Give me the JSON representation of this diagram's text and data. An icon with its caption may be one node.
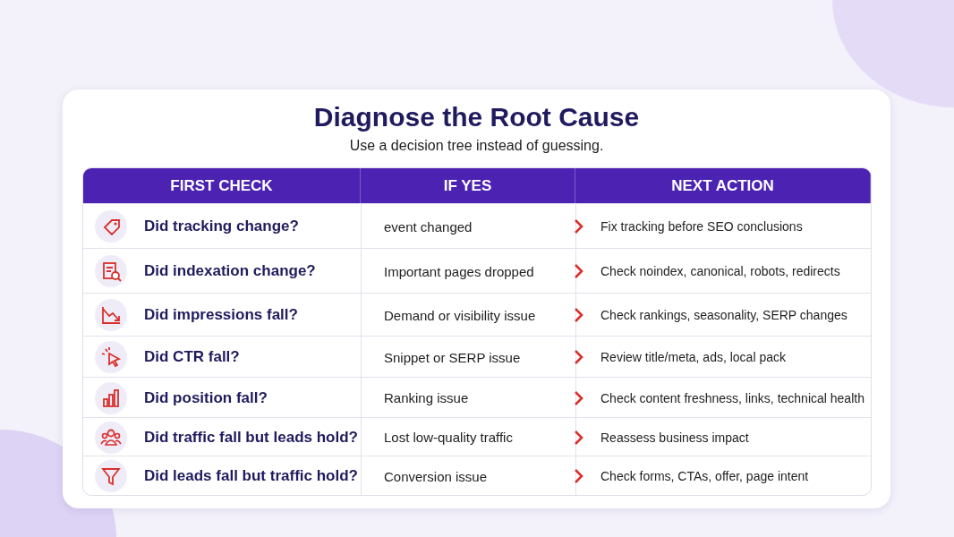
{
  "diagram": {
    "title": "Diagnose the Root Cause",
    "labels": [
      "Use a decision tree instead of guessing.",
      "FIRST CHECK",
      "IF YES",
      "NEXT ACTION",
      "Did tracking change?",
      "event changed",
      "Fix tracking before SEO conclusions",
      "Did indexation change?",
      "Important pages dropped",
      "Check noindex, canonical, robots, redirects",
      "Did impressions fall?",
      "Demand or visibility issue",
      "Check rankings, seasonality, SERP changes",
      "Did CTR fall?",
      "Snippet or SERP issue",
      "Review title/meta, ads, local pack",
      "Did position fall?",
      "Ranking issue",
      "Check content freshness, links, technical health",
      "Did traffic fall but leads hold?",
      "Lost low-quality traffic",
      "Reassess business impact",
      "Did leads fall but traffic hold?",
      "Conversion issue",
      "Check forms, CTAs, offer, page intent"
    ]
  }
}
